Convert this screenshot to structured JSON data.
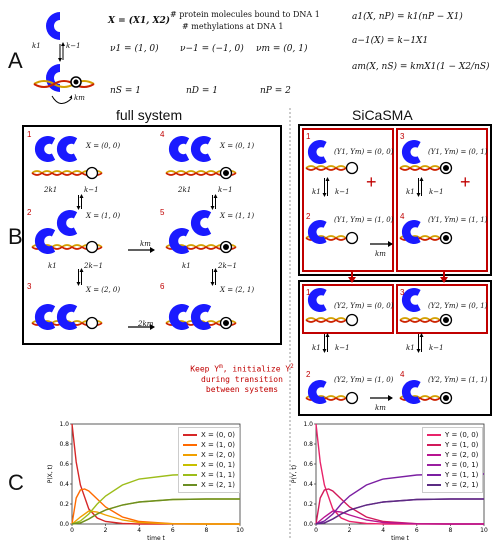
{
  "panels": {
    "a": "A",
    "b": "B",
    "c": "C"
  },
  "section_a": {
    "x_def_lhs": "X = (X1, X2)",
    "x_def_top": "# protein molecules bound to DNA 1",
    "x_def_bottom": "# methylations at DNA 1",
    "nu1": "ν1 = (1, 0)",
    "nu_minus1": "ν−1 = (−1, 0)",
    "num": "νm = (0, 1)",
    "ns": "nS = 1",
    "nd": "nD = 1",
    "np": "nP = 2",
    "a1": "a1(X, nP) = k1(nP − X1)",
    "a_minus1": "a−1(X) = k−1X1",
    "am": "am(X, nS) = kmX1(1 − X2/nS)",
    "k1": "k1",
    "k_minus1": "k−1",
    "km": "km"
  },
  "section_b": {
    "full_title": "full system",
    "sicasma_title": "SiCaSMA",
    "full_states": [
      {
        "num": "1",
        "x": "X = (0, 0)"
      },
      {
        "num": "2",
        "x": "X = (1, 0)"
      },
      {
        "num": "3",
        "x": "X = (2, 0)"
      },
      {
        "num": "4",
        "x": "X = (0, 1)"
      },
      {
        "num": "5",
        "x": "X = (1, 1)"
      },
      {
        "num": "6",
        "x": "X = (2, 1)"
      }
    ],
    "full_rates": {
      "r12_fwd": "2k1",
      "r12_back": "k−1",
      "r23_fwd": "k1",
      "r23_back": "2k−1",
      "r45_fwd": "2k1",
      "r45_back": "k−1",
      "r56_fwd": "k1",
      "r56_back": "2k−1",
      "r25": "km",
      "r36": "2km"
    },
    "sic_top": [
      {
        "num": "1",
        "y": "(Y1, Ym) = (0, 0)"
      },
      {
        "num": "2",
        "y": "(Y1, Ym) = (1, 0)"
      },
      {
        "num": "3",
        "y": "(Y1, Ym) = (0, 1)"
      },
      {
        "num": "4",
        "y": "(Y1, Ym) = (1, 1)"
      }
    ],
    "sic_bottom": [
      {
        "num": "1",
        "y": "(Y2, Ym) = (0, 0)"
      },
      {
        "num": "2",
        "y": "(Y2, Ym) = (1, 0)"
      },
      {
        "num": "3",
        "y": "(Y2, Ym) = (0, 1)"
      },
      {
        "num": "4",
        "y": "(Y2, Ym) = (1, 1)"
      }
    ],
    "sic_rates": {
      "k1": "k1",
      "k_minus1": "k−1",
      "km": "km"
    },
    "plus": "+",
    "note_line1": "Keep Y",
    "note_line1b": ", initialize Y",
    "note_line2": "during transition",
    "note_line3": "between systems"
  },
  "chart_data": [
    {
      "type": "line",
      "ylabel": "P(X, t)",
      "xlabel": "time t",
      "xlim": [
        0,
        10
      ],
      "ylim": [
        0,
        1.0
      ],
      "xticks": [
        "0",
        "2",
        "4",
        "6",
        "8",
        "10"
      ],
      "yticks": [
        "0.0",
        "0.2",
        "0.4",
        "0.6",
        "0.8",
        "1.0"
      ],
      "series": [
        {
          "name": "X = (0, 0)",
          "color": "#d62728",
          "x": [
            0,
            0.25,
            0.5,
            1,
            1.5,
            2,
            3,
            4,
            6,
            8,
            10
          ],
          "y": [
            1.0,
            0.62,
            0.39,
            0.15,
            0.06,
            0.025,
            0.005,
            0.0,
            0.0,
            0.0,
            0.0
          ]
        },
        {
          "name": "X = (1, 0)",
          "color": "#ff6a00",
          "x": [
            0,
            0.25,
            0.5,
            0.75,
            1,
            1.5,
            2,
            3,
            4,
            6,
            8,
            10
          ],
          "y": [
            0.0,
            0.26,
            0.34,
            0.35,
            0.33,
            0.25,
            0.17,
            0.07,
            0.025,
            0.003,
            0.0,
            0.0
          ]
        },
        {
          "name": "X = (2, 0)",
          "color": "#f0a000",
          "x": [
            0,
            0.5,
            1,
            1.5,
            2,
            3,
            4,
            6,
            8,
            10
          ],
          "y": [
            0.0,
            0.07,
            0.13,
            0.12,
            0.09,
            0.04,
            0.015,
            0.002,
            0.0,
            0.0
          ]
        },
        {
          "name": "X = (0, 1)",
          "color": "#c7c000",
          "x": [
            0,
            0.5,
            1,
            1.5,
            2,
            3,
            4,
            6,
            8,
            10
          ],
          "y": [
            0.0,
            0.01,
            0.05,
            0.1,
            0.14,
            0.19,
            0.22,
            0.245,
            0.25,
            0.25
          ]
        },
        {
          "name": "X = (1, 1)",
          "color": "#9dbd1a",
          "x": [
            0,
            0.5,
            1,
            1.5,
            2,
            3,
            4,
            6,
            8,
            10
          ],
          "y": [
            0.0,
            0.03,
            0.1,
            0.2,
            0.28,
            0.39,
            0.45,
            0.49,
            0.5,
            0.5
          ]
        },
        {
          "name": "X = (2, 1)",
          "color": "#6b8e23",
          "x": [
            0,
            0.5,
            1,
            1.5,
            2,
            3,
            4,
            6,
            8,
            10
          ],
          "y": [
            0.0,
            0.01,
            0.05,
            0.1,
            0.14,
            0.19,
            0.22,
            0.245,
            0.25,
            0.25
          ]
        }
      ]
    },
    {
      "type": "line",
      "ylabel": "P(Y, t)",
      "xlabel": "time t",
      "xlim": [
        0,
        10
      ],
      "ylim": [
        0,
        1.0
      ],
      "xticks": [
        "0",
        "2",
        "4",
        "6",
        "8",
        "10"
      ],
      "yticks": [
        "0.0",
        "0.2",
        "0.4",
        "0.6",
        "0.8",
        "1.0"
      ],
      "series": [
        {
          "name": "Y = (0, 0)",
          "color": "#e8246a",
          "x": [
            0,
            0.25,
            0.5,
            1,
            1.5,
            2,
            3,
            4,
            6,
            8,
            10
          ],
          "y": [
            1.0,
            0.62,
            0.39,
            0.15,
            0.06,
            0.025,
            0.005,
            0.0,
            0.0,
            0.0,
            0.0
          ]
        },
        {
          "name": "Y = (1, 0)",
          "color": "#d11a5a",
          "x": [
            0,
            0.25,
            0.5,
            0.75,
            1,
            1.5,
            2,
            3,
            4,
            6,
            8,
            10
          ],
          "y": [
            0.0,
            0.26,
            0.34,
            0.35,
            0.33,
            0.25,
            0.17,
            0.07,
            0.025,
            0.003,
            0.0,
            0.0
          ]
        },
        {
          "name": "Y = (2, 0)",
          "color": "#b81490",
          "x": [
            0,
            0.5,
            1,
            1.5,
            2,
            3,
            4,
            6,
            8,
            10
          ],
          "y": [
            0.0,
            0.07,
            0.13,
            0.12,
            0.09,
            0.04,
            0.015,
            0.002,
            0.0,
            0.0
          ]
        },
        {
          "name": "Y = (0, 1)",
          "color": "#9a1fa0",
          "x": [
            0,
            0.5,
            1,
            1.5,
            2,
            3,
            4,
            6,
            8,
            10
          ],
          "y": [
            0.0,
            0.01,
            0.05,
            0.1,
            0.14,
            0.19,
            0.22,
            0.245,
            0.25,
            0.25
          ]
        },
        {
          "name": "Y = (1, 1)",
          "color": "#7b1fa2",
          "x": [
            0,
            0.5,
            1,
            1.5,
            2,
            3,
            4,
            6,
            8,
            10
          ],
          "y": [
            0.0,
            0.03,
            0.1,
            0.2,
            0.28,
            0.39,
            0.45,
            0.49,
            0.5,
            0.5
          ]
        },
        {
          "name": "Y = (2, 1)",
          "color": "#5b2c83",
          "x": [
            0,
            0.5,
            1,
            1.5,
            2,
            3,
            4,
            6,
            8,
            10
          ],
          "y": [
            0.0,
            0.01,
            0.05,
            0.1,
            0.14,
            0.19,
            0.22,
            0.245,
            0.25,
            0.25
          ]
        }
      ]
    }
  ]
}
